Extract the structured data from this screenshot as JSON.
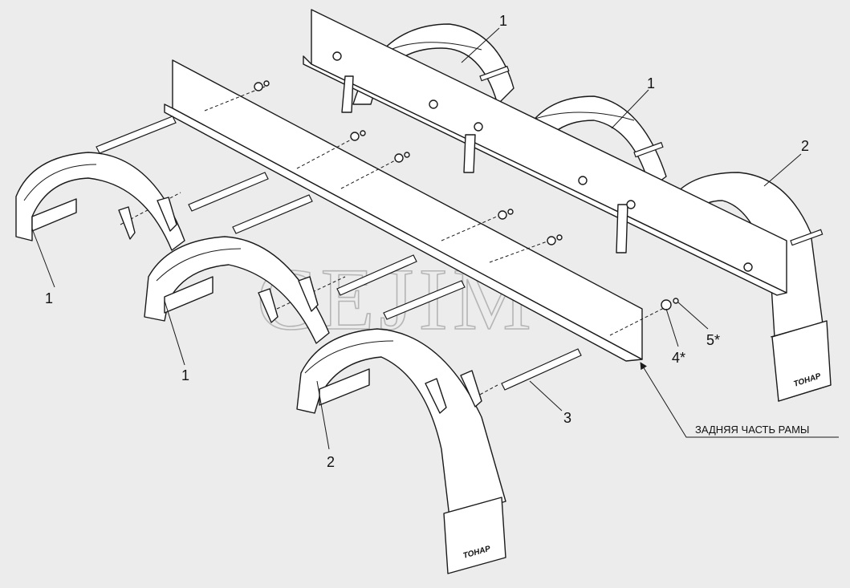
{
  "watermark": "CEJIM",
  "brand_plate": "ТОНАР",
  "frame_label": "ЗАДНЯЯ ЧАСТЬ РАМЫ",
  "callouts": [
    "1",
    "1",
    "1",
    "1",
    "2",
    "2",
    "3",
    "4*",
    "5*"
  ]
}
